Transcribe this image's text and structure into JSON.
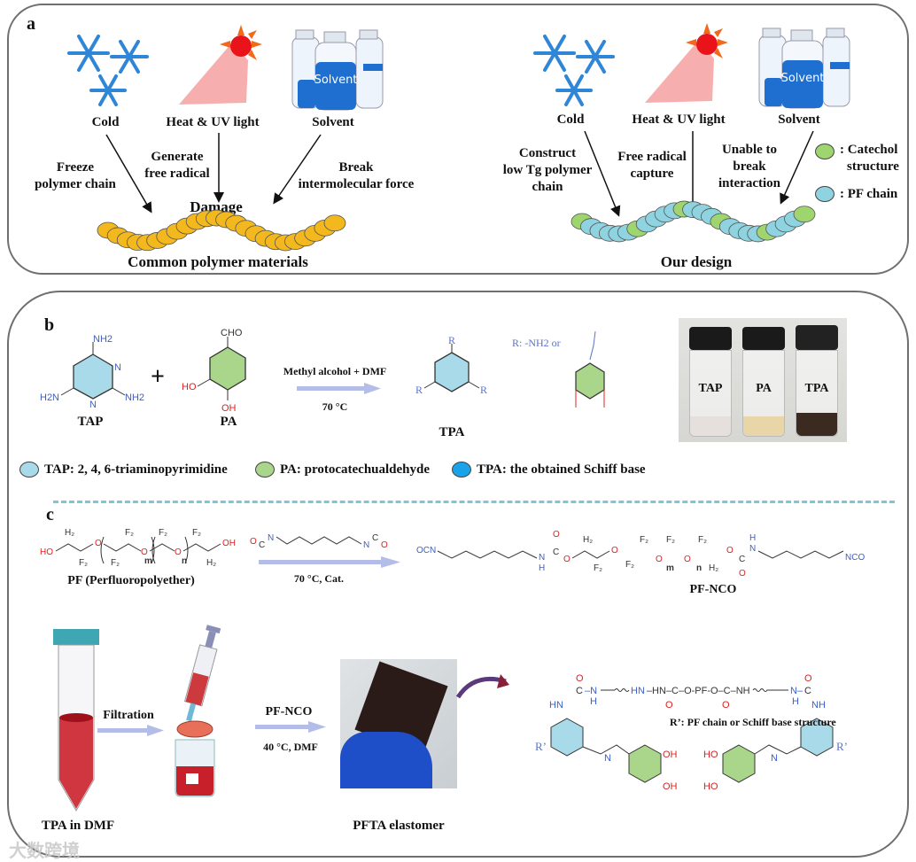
{
  "panel_a": {
    "label": "a",
    "left": {
      "factors": [
        {
          "name": "Cold",
          "icon": "snowflake-icon"
        },
        {
          "name": "Heat & UV light",
          "icon": "sun-icon"
        },
        {
          "name": "Solvent",
          "icon": "solvent-bottles-icon"
        }
      ],
      "effects": [
        "Freeze polymer chain",
        "Generate free radical",
        "Break intermolecular force"
      ],
      "effects_lines": [
        [
          "Freeze",
          "polymer chain"
        ],
        [
          "Generate",
          "free radical"
        ],
        [
          "Break",
          "intermolecular force"
        ]
      ],
      "center_label": "Damage",
      "bottle_label": "Solvent",
      "caption": "Common polymer materials",
      "chain_color": "#f2b81d"
    },
    "right": {
      "factors": [
        {
          "name": "Cold",
          "icon": "snowflake-icon"
        },
        {
          "name": "Heat & UV light",
          "icon": "sun-icon"
        },
        {
          "name": "Solvent",
          "icon": "solvent-bottles-icon"
        }
      ],
      "effects_lines": [
        [
          "Construct",
          "low Tg polymer",
          "chain"
        ],
        [
          "Free radical",
          "capture"
        ],
        [
          "Unable to",
          "break",
          "interaction"
        ]
      ],
      "bottle_label": "Solvent",
      "legend": [
        {
          "label": ": Catechol structure",
          "lines": [
            ": Catechol",
            "structure"
          ],
          "color": "#9fd56e"
        },
        {
          "label": ": PF chain",
          "color": "#8fd3e0"
        }
      ],
      "caption": "Our design"
    }
  },
  "panel_b": {
    "label": "b",
    "reactant1": {
      "name": "TAP",
      "groups": [
        "NH2",
        "H2N",
        "NH2"
      ]
    },
    "plus": "+",
    "reactant2": {
      "name": "PA",
      "groups": [
        "CHO",
        "HO",
        "OH"
      ]
    },
    "conditions_top": "Methyl alcohol + DMF",
    "conditions_bottom": "70 °C",
    "product": {
      "name": "TPA",
      "r_label": "R"
    },
    "r_definition": "R: -NH2  or",
    "vials": [
      "TAP",
      "PA",
      "TPA"
    ],
    "legend": [
      {
        "label": "TAP: 2, 4, 6-triaminopyrimidine",
        "color": "#a8daea"
      },
      {
        "label": "PA: protocatechualdehyde",
        "color": "#a9d68a"
      },
      {
        "label": "TPA: the obtained Schiff base",
        "color": "#1aa3e8"
      }
    ]
  },
  "panel_c": {
    "label": "c",
    "pf_name": "PF (Perfluoropolyether)",
    "reaction1_conditions": "70 °C, Cat.",
    "product1": "PF-NCO",
    "ocn_left": "OCN",
    "nco_right": "NCO",
    "tube_label": "TPA in DMF",
    "step1": "Filtration",
    "step2_top": "PF-NCO",
    "step2_bottom": "40 °C, DMF",
    "elastomer_label": "PFTA elastomer",
    "structure_backbone": "HN–C–O-PF-O–C–NH",
    "r_prime_note": "R’: PF chain or Schiff base structure",
    "r_prime": "R’"
  },
  "watermark": "大数跨境"
}
